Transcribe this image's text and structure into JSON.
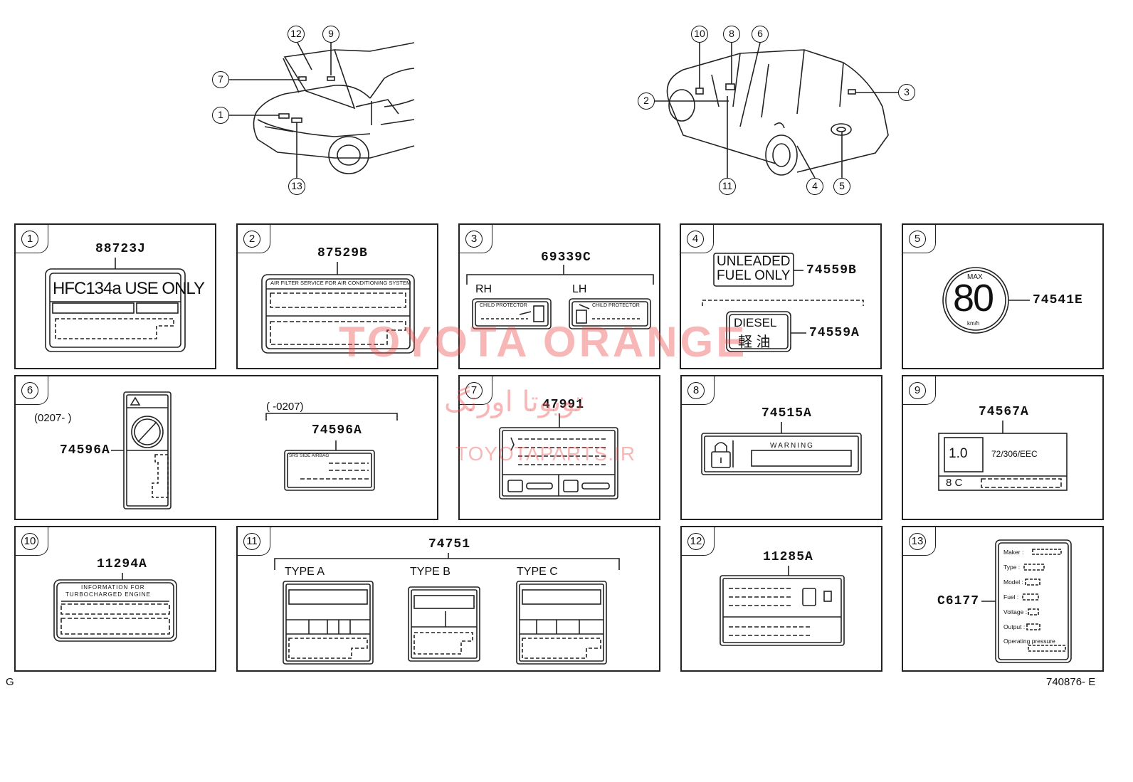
{
  "colors": {
    "line": "#222222",
    "watermark": "#ec4a4a"
  },
  "overview_callouts": {
    "front": [
      "12",
      "9",
      "7",
      "1",
      "13"
    ],
    "rear": [
      "10",
      "8",
      "6",
      "2",
      "3",
      "11",
      "4",
      "5"
    ]
  },
  "panels": {
    "p1": {
      "num": "1",
      "part": "88723J",
      "label_text": "HFC134a USE ONLY"
    },
    "p2": {
      "num": "2",
      "part": "87529B",
      "label_text": "AIR FILTER SERVICE FOR AIR CONDITIONING SYSTEM"
    },
    "p3": {
      "num": "3",
      "part": "69339C",
      "rh": "RH",
      "lh": "LH",
      "label_text": "CHILD PROTECTOR"
    },
    "p4": {
      "num": "4",
      "part_a": "74559B",
      "part_b": "74559A",
      "unleaded_1": "UNLEADED",
      "unleaded_2": "FUEL ONLY",
      "diesel": "DIESEL",
      "diesel_kanji": "軽 油"
    },
    "p5": {
      "num": "5",
      "part": "74541E",
      "max": "MAX",
      "speed": "80",
      "unit": "km/h"
    },
    "p6": {
      "num": "6",
      "part_left": "74596A",
      "part_right": "74596A",
      "range_left": "(0207-      )",
      "range_right": "(      -0207)",
      "small_text": "SRS SIDE AIRBAG"
    },
    "p7": {
      "num": "7",
      "part": "47991"
    },
    "p8": {
      "num": "8",
      "part": "74515A",
      "warning": "WARNING"
    },
    "p9": {
      "num": "9",
      "part": "74567A",
      "val1": "1.0",
      "val2": "72/306/EEC",
      "val3": "8 C"
    },
    "p10": {
      "num": "10",
      "part": "11294A",
      "info_1": "INFORMATION FOR",
      "info_2": "TURBOCHARGED ENGINE"
    },
    "p11": {
      "num": "11",
      "part": "74751",
      "type_a": "TYPE A",
      "type_b": "TYPE B",
      "type_c": "TYPE C"
    },
    "p12": {
      "num": "12",
      "part": "11285A"
    },
    "p13": {
      "num": "13",
      "part": "C6177",
      "rows": [
        "Maker :",
        "Type :",
        "Model :",
        "Fuel :",
        "Voltage :",
        "Output :",
        "Operating pressure"
      ]
    }
  },
  "corner_left": "G",
  "corner_right": "740876- E",
  "watermark": {
    "main": "TOYOTA ORANGE",
    "arabic": "تویوتا اورنگ",
    "url": "TOYOTAPARTS.IR"
  }
}
